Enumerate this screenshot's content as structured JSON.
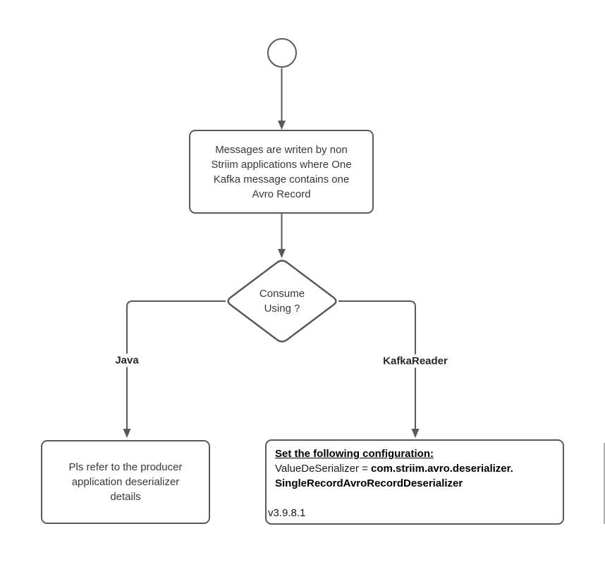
{
  "flowchart": {
    "message_node": {
      "lines": [
        "Messages are writen by non",
        "Striim applications where One",
        "Kafka message contains one",
        "Avro Record"
      ]
    },
    "decision_node": {
      "lines": [
        "Consume",
        "Using ?"
      ]
    },
    "edge_labels": {
      "left": "Java",
      "right": "KafkaReader"
    },
    "producer_node": {
      "lines": [
        "Pls refer to the producer",
        "application deserializer",
        "details"
      ]
    },
    "config_node": {
      "heading": "Set the following configuration:",
      "config_key": "ValueDeSerializer = ",
      "config_value_line1": "com.striim.avro.deserializer.",
      "config_value_line2": "SingleRecordAvroRecordDeserializer",
      "version": "v3.9.8.1"
    },
    "colors": {
      "stroke": "#595959",
      "text": "#383838",
      "emphasis_text": "#000000",
      "background": "#ffffff"
    }
  }
}
